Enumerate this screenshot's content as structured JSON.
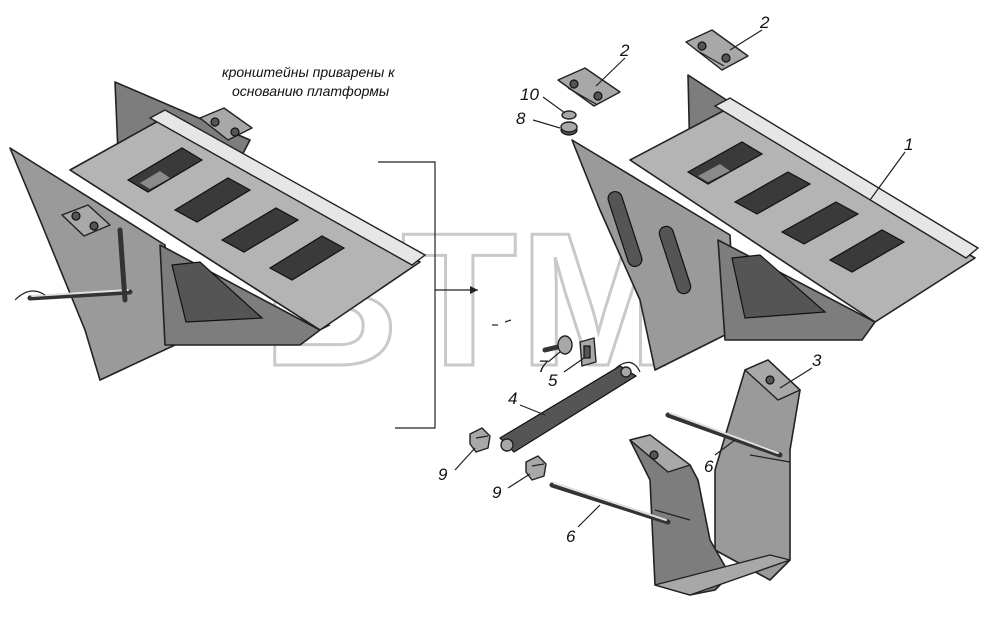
{
  "watermark": {
    "text": "BTM",
    "mark": "®"
  },
  "note": {
    "line1": "кронштейны приварены к",
    "line2": "основанию платформы"
  },
  "labels": {
    "p1": "1",
    "p2a": "2",
    "p2b": "2",
    "p3": "3",
    "p4": "4",
    "p5": "5",
    "p6a": "6",
    "p6b": "6",
    "p7": "7",
    "p8": "8",
    "p9a": "9",
    "p9b": "9",
    "p10": "10"
  },
  "colors": {
    "ink": "#111111",
    "steel": "#9a9a9a",
    "watermark": "#c9c9c9"
  }
}
